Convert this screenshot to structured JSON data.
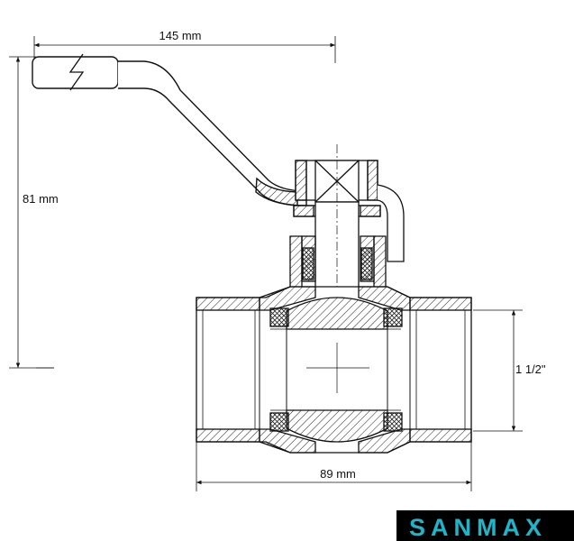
{
  "dimensions": {
    "overall_length": "145 mm",
    "height": "81 mm",
    "body_length": "89 mm",
    "thread_size": "1 1/2\""
  },
  "brand": {
    "logo_text": "SANMAX",
    "accent_color": "#1fb4c8",
    "logo_bg": "#000000"
  }
}
